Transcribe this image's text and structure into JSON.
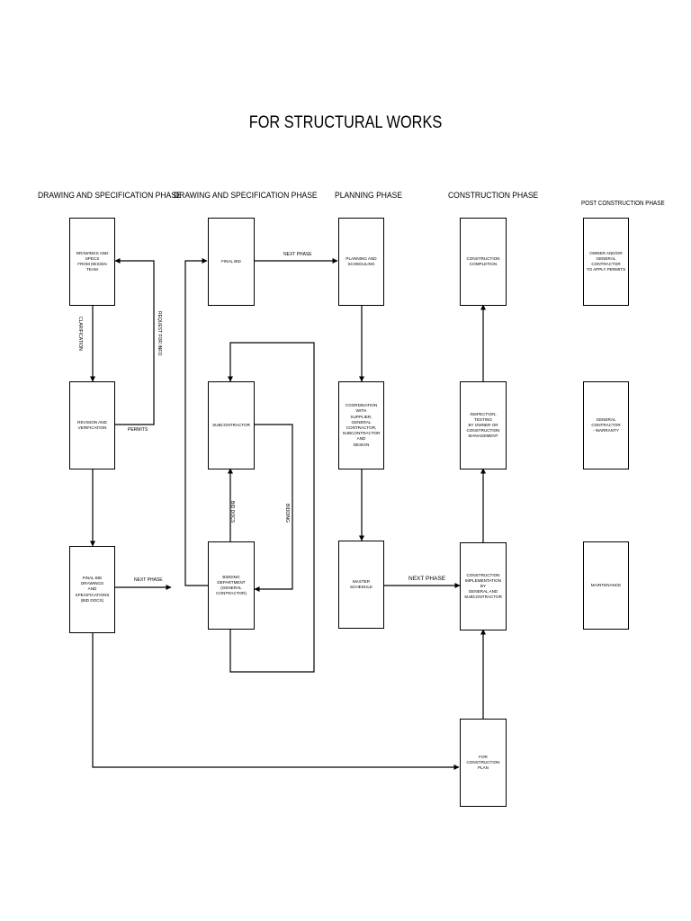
{
  "title": "FOR STRUCTURAL WORKS",
  "phases": {
    "p1": "DRAWING AND SPECIFICATION PHASE",
    "p2": "DRAWING AND SPECIFICATION PHASE",
    "p3": "PLANNING PHASE",
    "p4": "CONSTRUCTION PHASE",
    "p5": "POST CONSTRUCTION PHASE"
  },
  "boxes": {
    "drawings": "DRAWINGS AND SPECS\nFROM DESIGN TEAM",
    "revision": "REVISION AND\nVERIFICATION",
    "final_bid_drawings": "FINAL BID DRAWINGS\nAND SPECIFICATIONS\n(BID DOCS)",
    "final_bid": "FINAL BID",
    "subcontractor": "SUBCONTRACTOR",
    "bidding_dept": "BIDDING DEPARTMENT\n(GENERAL\nCONTRACTOR)",
    "planning": "PLANNING AND\nSCHEDULING",
    "coordination": "COORDINATION WITH\nSUPPLIER, GENERAL\nCONTRACTOR,\nSUBCONTRACTOR AND\nDESIGN",
    "master_schedule": "MASTER SCHEDULE",
    "construction_completion": "CONSTRUCTION\nCOMPLETION",
    "inspection": "INSPECTION, TESTING\nBY OWNER OR\nCONSTRUCTION\nMANAGEMENT",
    "implementation": "CONSTRUCTION\nIMPLEMENTATION BY\nGENERAL AND\nSUBCONTRACTOR",
    "for_construction_plan": "FOR CONSTRUCTION\nPLAN",
    "owner_permits": "OWNER AND/OR\nGENERAL CONTRACTOR\nTO APPLY PERMITS",
    "warranty": "GENERAL CONTRACTOR\n- WARRANTY",
    "maintenance": "MAINTENANCE"
  },
  "labels": {
    "clarification": "CLARIFICATION",
    "request_for_info": "REQUEST FOR INFO",
    "permits": "PERMITS",
    "next_phase_1": "NEXT PHASE",
    "next_phase_2": "NEXT PHASE",
    "next_phase_3": "NEXT PHASE",
    "bid_docs": "BID DOCS",
    "bidding": "BIDDING"
  },
  "colors": {
    "line": "#000000",
    "background": "#ffffff"
  }
}
